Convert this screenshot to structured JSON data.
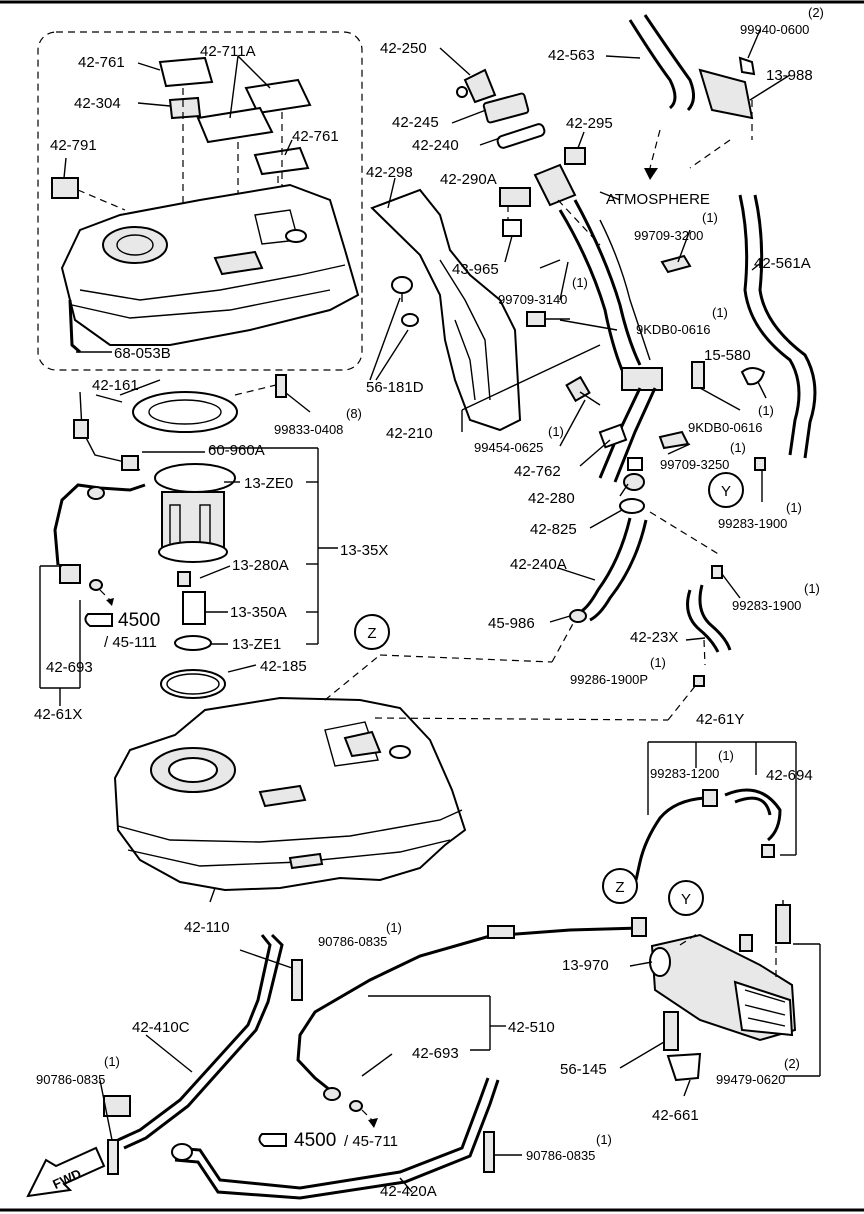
{
  "callouts": {
    "p42_761a": "42-761",
    "p42_711a": "42-711A",
    "p42_304": "42-304",
    "p42_761b": "42-761",
    "p42_791": "42-791",
    "p68_053b": "68-053B",
    "p42_250": "42-250",
    "p42_563": "42-563",
    "p99940": "99940-0600",
    "q99940": "(2)",
    "p13_988": "13-988",
    "p42_245": "42-245",
    "p42_240": "42-240",
    "p42_295": "42-295",
    "p42_298": "42-298",
    "p42_290a": "42-290A",
    "atmosphere": "ATMOSPHERE",
    "p99709_3200": "99709-3200",
    "q99709_3200": "(1)",
    "p42_561a": "42-561A",
    "p43_965": "43-965",
    "p99709_3140": "99709-3140",
    "q99709_3140": "(1)",
    "p9kdb0_a": "9KDB0-0616",
    "q9kdb0_a": "(1)",
    "p56_181d": "56-181D",
    "p15_580": "15-580",
    "p42_161": "42-161",
    "p99833": "99833-0408",
    "q99833": "(8)",
    "p42_210": "42-210",
    "p99454": "99454-0625",
    "q99454": "(1)",
    "p9kdb0_b": "9KDB0-0616",
    "q9kdb0_b": "(1)",
    "p60_960a": "60-960A",
    "p42_762": "42-762",
    "p99709_3250": "99709-3250",
    "q99709_3250": "(1)",
    "p13_ze0": "13-ZE0",
    "p42_280": "42-280",
    "y_top": "Y",
    "p99283_a": "99283-1900",
    "q99283_a": "(1)",
    "p42_825": "42-825",
    "p13_35x": "13-35X",
    "p42_240a": "42-240A",
    "p13_280a": "13-280A",
    "p99283_b": "99283-1900",
    "q99283_b": "(1)",
    "ref4500_a": "4500",
    "ref45_111": "/ 45-111",
    "p13_350a": "13-350A",
    "p45_986": "45-986",
    "p13_ze1": "13-ZE1",
    "z_top": "Z",
    "p42_23x": "42-23X",
    "p42_693a": "42-693",
    "p42_185": "42-185",
    "p99286": "99286-1900P",
    "q99286": "(1)",
    "p42_61x": "42-61X",
    "p42_61y": "42-61Y",
    "p99283_1200": "99283-1200",
    "q99283_1200": "(1)",
    "p42_694": "42-694",
    "z_bottom": "Z",
    "y_bottom": "Y",
    "p42_110": "42-110",
    "p90786_a": "90786-0835",
    "q90786_a": "(1)",
    "p13_970": "13-970",
    "p42_410c": "42-410C",
    "p42_510": "42-510",
    "p42_693b": "42-693",
    "p56_145": "56-145",
    "p90786_b": "90786-0835",
    "q90786_b": "(1)",
    "p99479": "99479-0620",
    "q99479": "(2)",
    "p42_661": "42-661",
    "ref4500_b": "4500",
    "ref45_711": "/ 45-711",
    "p90786_c": "90786-0835",
    "q90786_c": "(1)",
    "fwd": "FWD",
    "p42_420a": "42-420A"
  }
}
